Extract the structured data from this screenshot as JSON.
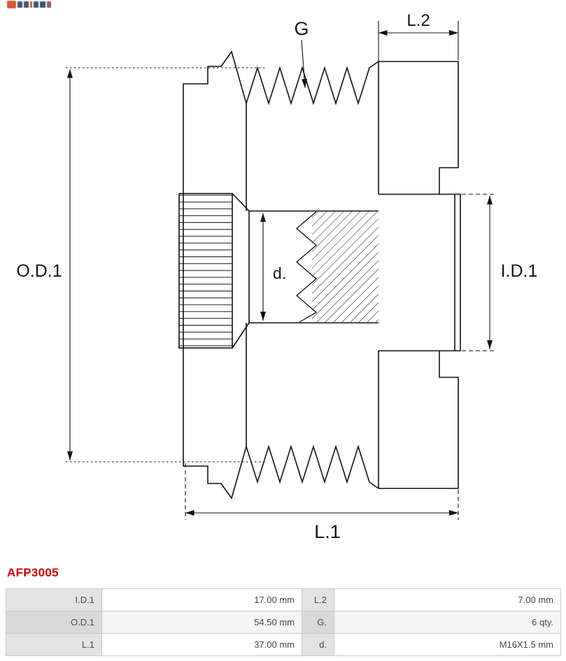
{
  "icons": {
    "brand_logo": "as-pl-logo"
  },
  "colors": {
    "accent": "#cc0000",
    "line": "#111111",
    "label_cell_bg": "#e3e3e3"
  },
  "drawing": {
    "labels": {
      "g": "G",
      "l2": "L.2",
      "od1": "O.D.1",
      "id1": "I.D.1",
      "d": "d.",
      "l1": "L.1"
    }
  },
  "product_code": "AFP3005",
  "spec_table": {
    "rows": [
      {
        "label_left": "I.D.1",
        "value_left": "17.00 mm",
        "label_right": "L.2",
        "value_right": "7.00 mm"
      },
      {
        "label_left": "O.D.1",
        "value_left": "54.50 mm",
        "label_right": "G.",
        "value_right": "6 qty."
      },
      {
        "label_left": "L.1",
        "value_left": "37.00 mm",
        "label_right": "d.",
        "value_right": "M16X1.5 mm"
      }
    ]
  }
}
